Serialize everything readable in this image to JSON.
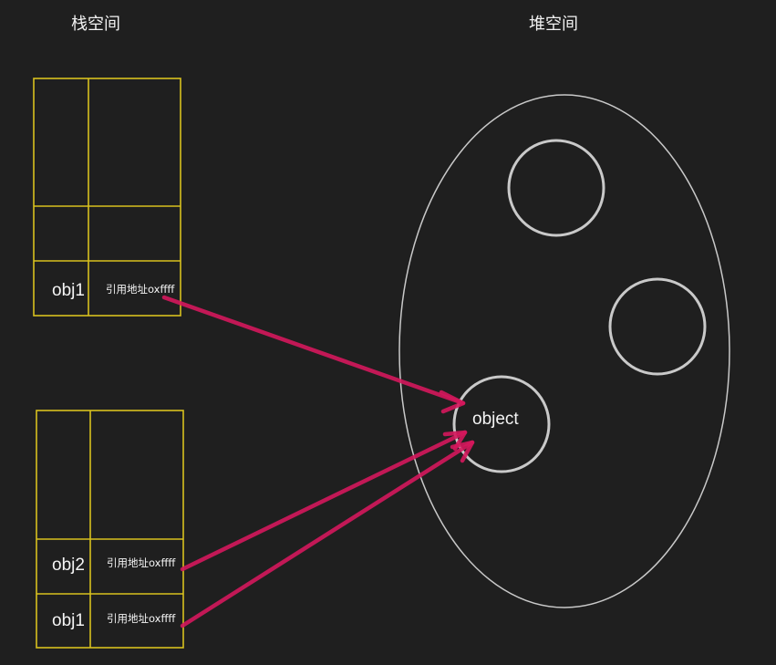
{
  "titles": {
    "stack": "栈空间",
    "heap": "堆空间"
  },
  "stack1": {
    "rows": [
      {
        "name": "",
        "value": ""
      },
      {
        "name": "",
        "value": ""
      },
      {
        "name": "obj1",
        "value": "引用地址oxffff"
      }
    ]
  },
  "stack2": {
    "rows": [
      {
        "name": "",
        "value": ""
      },
      {
        "name": "obj2",
        "value": "引用地址oxffff"
      },
      {
        "name": "obj1",
        "value": "引用地址oxffff"
      }
    ]
  },
  "heap": {
    "object_label": "object"
  },
  "colors": {
    "background": "#1f1f1f",
    "stack_border": "#d8c11f",
    "heap_border": "#c9c9c9",
    "arrow": "#d4175c",
    "text": "#f2f2f2"
  }
}
